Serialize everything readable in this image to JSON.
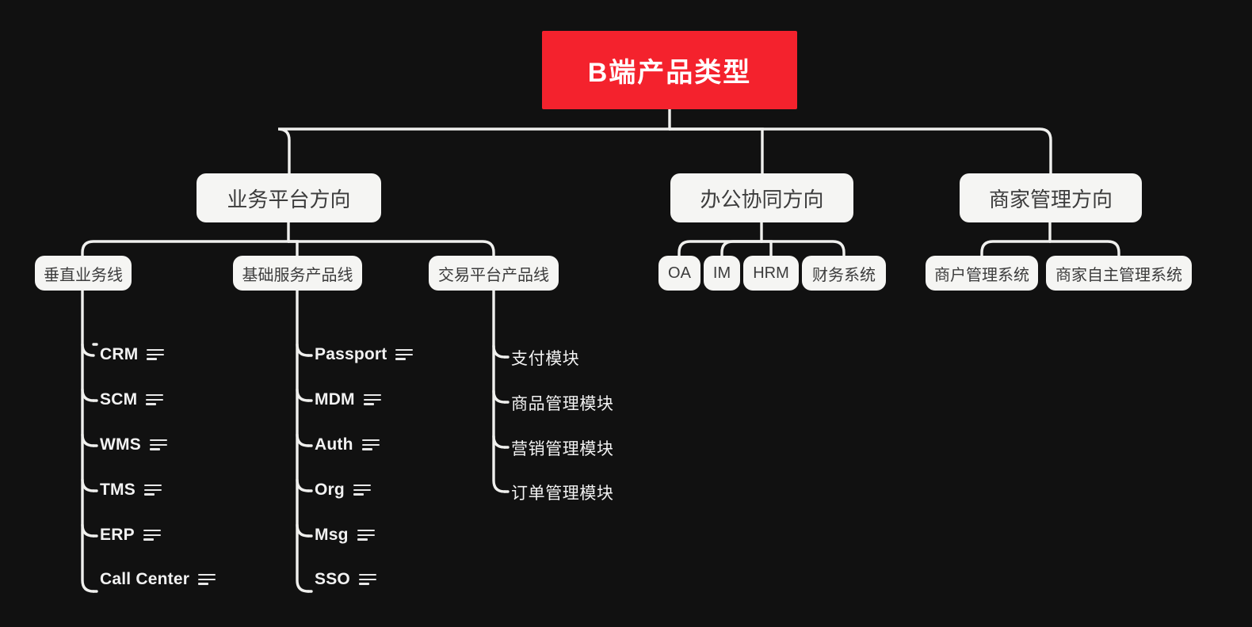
{
  "diagram": {
    "title": "B端产品类型",
    "background_color": "#111111",
    "root_color": "#f4222d",
    "node_color": "#f5f5f3",
    "line_color": "#f0f0ee",
    "icon_name": "note-lines-icon"
  },
  "root": {
    "label": "B端产品类型"
  },
  "branches": [
    {
      "label": "业务平台方向",
      "children": [
        {
          "label": "垂直业务线",
          "leaves": [
            {
              "label": "CRM",
              "icon": "note-lines-icon"
            },
            {
              "label": "SCM",
              "icon": "note-lines-icon"
            },
            {
              "label": "WMS",
              "icon": "note-lines-icon"
            },
            {
              "label": "TMS",
              "icon": "note-lines-icon"
            },
            {
              "label": "ERP",
              "icon": "note-lines-icon"
            },
            {
              "label": "Call Center",
              "icon": "note-lines-icon"
            }
          ]
        },
        {
          "label": "基础服务产品线",
          "leaves": [
            {
              "label": "Passport",
              "icon": "note-lines-icon"
            },
            {
              "label": "MDM",
              "icon": "note-lines-icon"
            },
            {
              "label": "Auth",
              "icon": "note-lines-icon"
            },
            {
              "label": "Org",
              "icon": "note-lines-icon"
            },
            {
              "label": "Msg",
              "icon": "note-lines-icon"
            },
            {
              "label": "SSO",
              "icon": "note-lines-icon"
            }
          ]
        },
        {
          "label": "交易平台产品线",
          "leaves": [
            {
              "label": "支付模块",
              "icon": ""
            },
            {
              "label": "商品管理模块",
              "icon": ""
            },
            {
              "label": "营销管理模块",
              "icon": ""
            },
            {
              "label": "订单管理模块",
              "icon": ""
            }
          ]
        }
      ]
    },
    {
      "label": "办公协同方向",
      "children": [
        {
          "label": "OA",
          "leaves": []
        },
        {
          "label": "IM",
          "leaves": []
        },
        {
          "label": "HRM",
          "leaves": []
        },
        {
          "label": "财务系统",
          "leaves": []
        }
      ]
    },
    {
      "label": "商家管理方向",
      "children": [
        {
          "label": "商户管理系统",
          "leaves": []
        },
        {
          "label": "商家自主管理系统",
          "leaves": []
        }
      ]
    }
  ]
}
